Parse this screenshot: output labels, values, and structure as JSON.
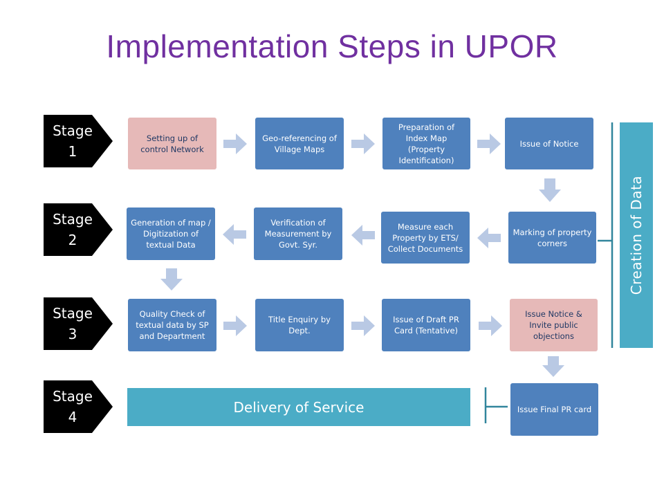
{
  "title": "Implementation Steps in UPOR",
  "stages": [
    "Stage\n1",
    "Stage\n2",
    "Stage\n3",
    "Stage\n4"
  ],
  "row1": [
    "Setting up of control Network",
    "Geo-referencing of Village Maps",
    "Preparation of Index Map (Property Identification)",
    "Issue of Notice"
  ],
  "row2": [
    "Generation of map / Digitization of textual Data",
    "Verification of Measurement by Govt. Syr.",
    "Measure each Property by ETS/ Collect Documents",
    "Marking of property corners"
  ],
  "row3": [
    "Quality Check of textual data by SP and Department",
    "Title Enquiry by Dept.",
    "Issue of Draft PR Card (Tentative)",
    "Issue Notice & Invite public objections"
  ],
  "row4": {
    "banner": "Delivery of Service",
    "final": "Issue Final PR card"
  },
  "side_banner": "Creation of Data",
  "colors": {
    "title": "#7030a0",
    "box_blue": "#4f81bd",
    "box_pink": "#e6b9b8",
    "teal": "#4bacc6",
    "arrow": "#b9c9e4",
    "stage": "#000000"
  }
}
